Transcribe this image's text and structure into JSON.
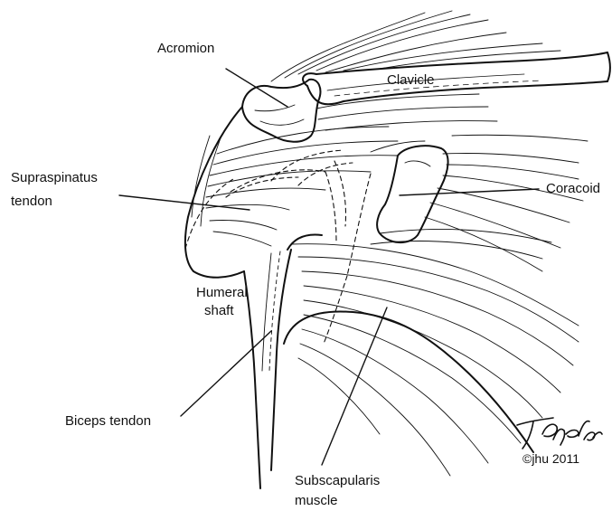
{
  "labels": {
    "acromion": "Acromion",
    "clavicle": "Clavicle",
    "supraspinatus_line1": "Supraspinatus",
    "supraspinatus_line2": "tendon",
    "coracoid": "Coracoid",
    "humeral_line1": "Humeral",
    "humeral_line2": "shaft",
    "biceps": "Biceps tendon",
    "subscap_line1": "Subscapularis",
    "subscap_line2": "muscle"
  },
  "credit": {
    "signature": "T.Phelps",
    "copyright": "©jhu 2011"
  },
  "colors": {
    "ink": "#111111",
    "background": "#ffffff"
  }
}
